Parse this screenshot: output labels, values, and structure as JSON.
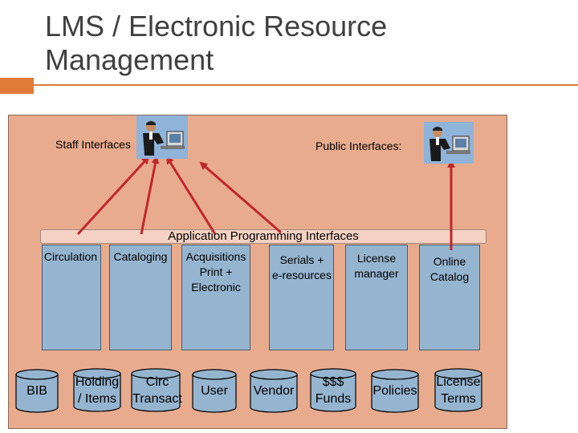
{
  "title": {
    "line1": "LMS / Electronic Resource",
    "line2": "Management"
  },
  "staff_interfaces": "Staff Interfaces",
  "public_interfaces": "Public Interfaces:",
  "api": "Application Programming Interfaces",
  "modules": {
    "circulation": "Circulation",
    "cataloging": "Cataloging",
    "acquisitions_1": "Acquisitions",
    "acquisitions_2": "Print +",
    "acquisitions_3": "Electronic",
    "serials_1": "Serials +",
    "serials_2": "e-resources",
    "license_1": "License",
    "license_2": "manager",
    "online_1": "Online",
    "online_2": "Catalog"
  },
  "databases": {
    "bib": "BIB",
    "holding_1": "Holding",
    "holding_2": "/ Items",
    "circ_1": "Circ",
    "circ_2": "Transact",
    "user": "User",
    "vendor": "Vendor",
    "funds_1": "$$$",
    "funds_2": "Funds",
    "policies": "Policies",
    "license_1": "License",
    "license_2": "Terms"
  },
  "colors": {
    "accent": "#e07b39",
    "panel": "#e9ab8e",
    "module": "#95b4cf",
    "arrow": "#c0272d"
  }
}
